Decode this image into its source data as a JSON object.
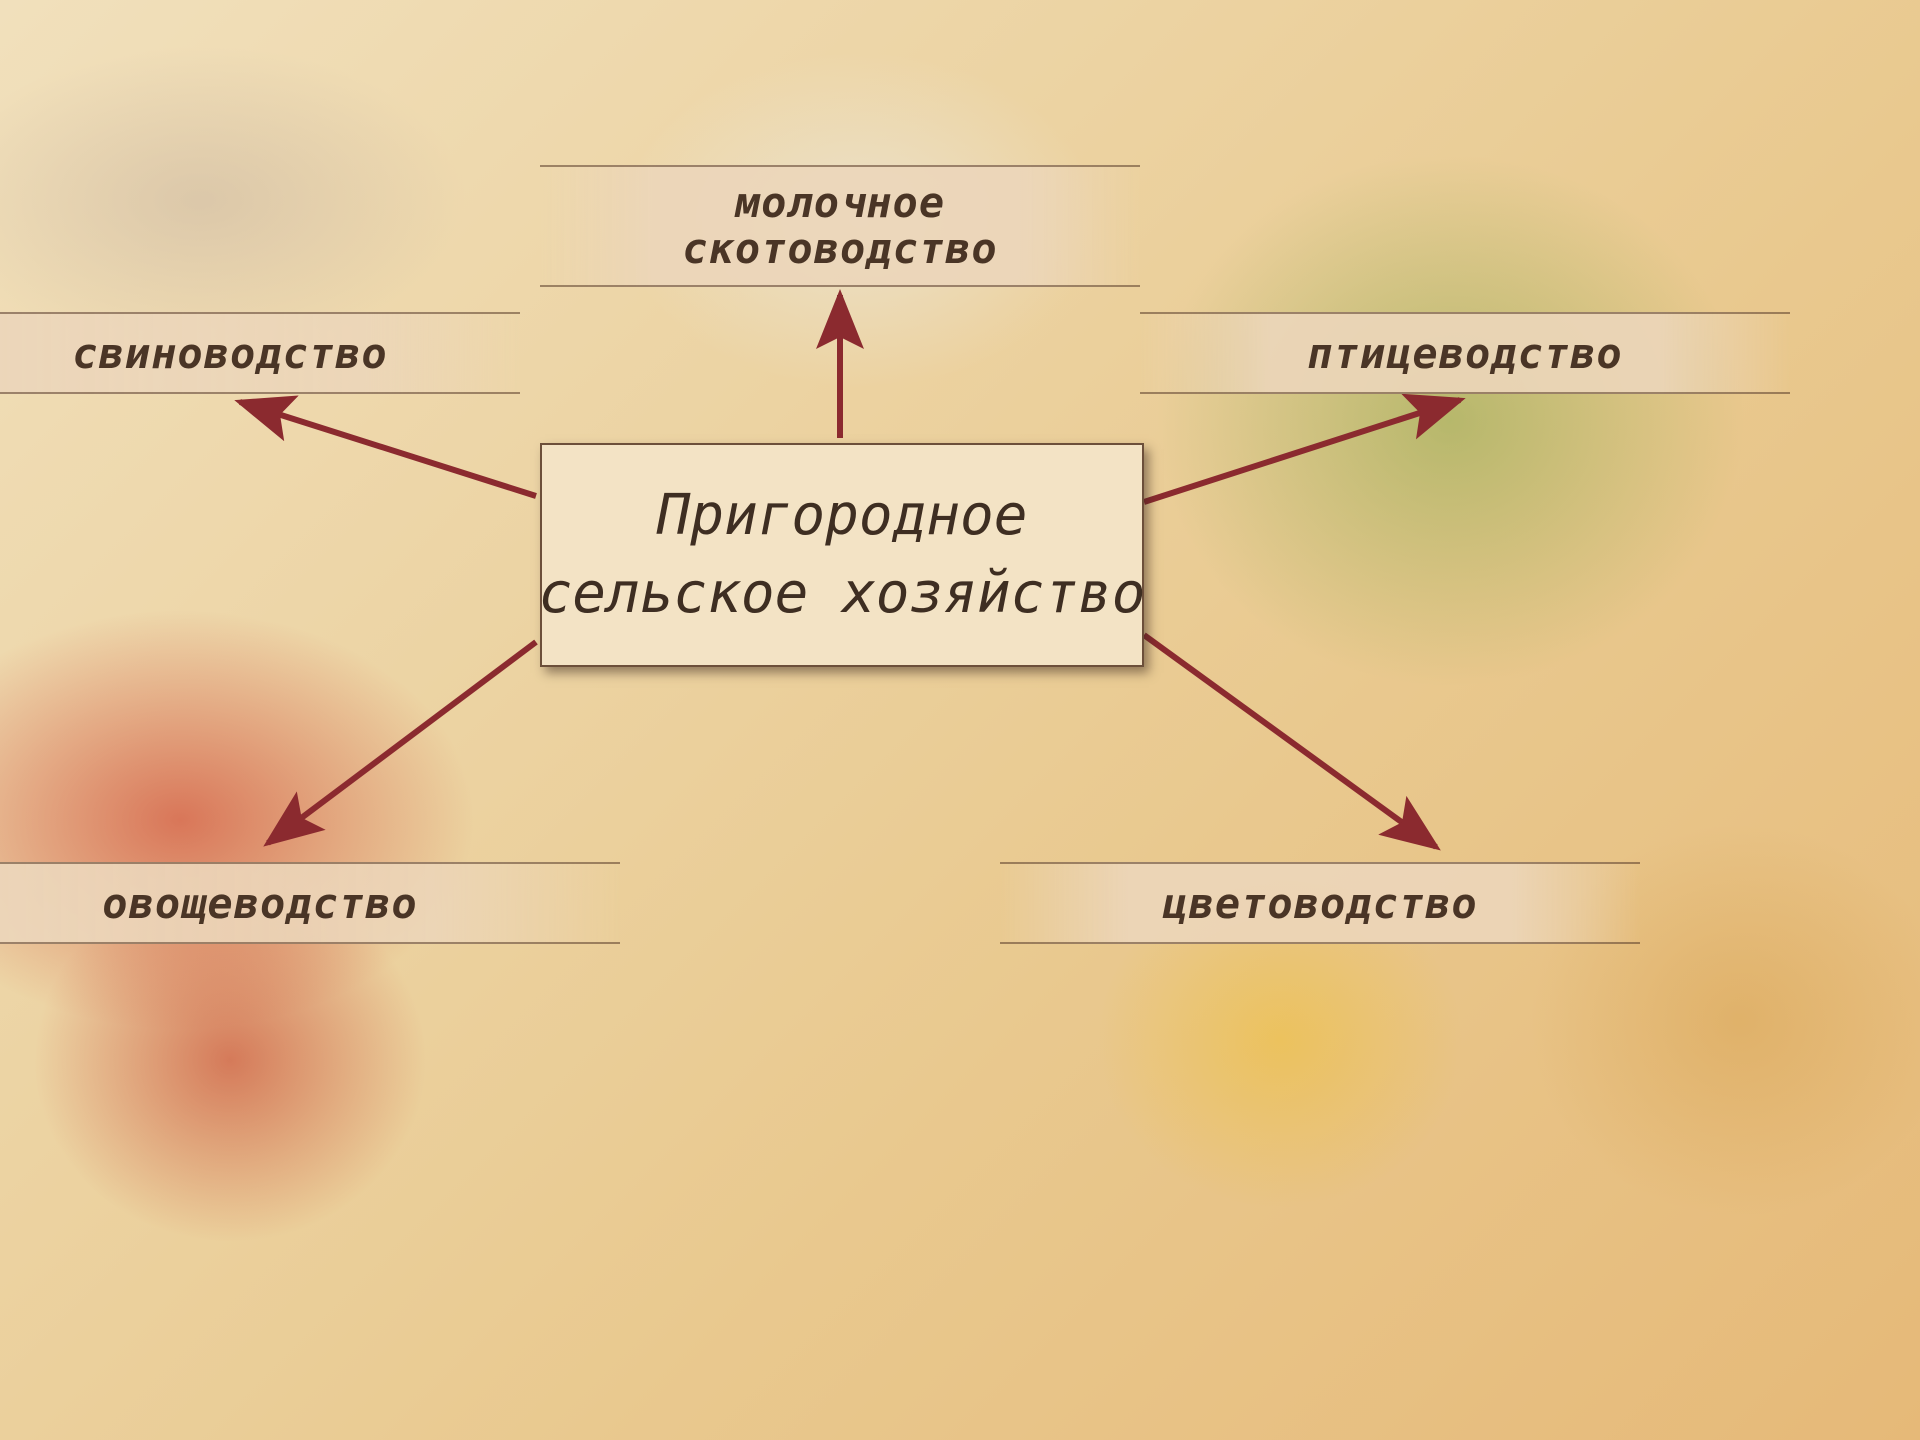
{
  "center": {
    "line1": "Пригородное",
    "line2": "сельское хозяйство"
  },
  "branches": {
    "dairy": {
      "line1": "молочное",
      "line2": "скотоводство"
    },
    "pig": "свиноводство",
    "poultry": "птицеводство",
    "vegetable": "овощеводство",
    "flower": "цветоводство"
  },
  "colors": {
    "arrow": "#8b2a2f",
    "box": "#f3e3c5",
    "text": "#4a3526"
  }
}
